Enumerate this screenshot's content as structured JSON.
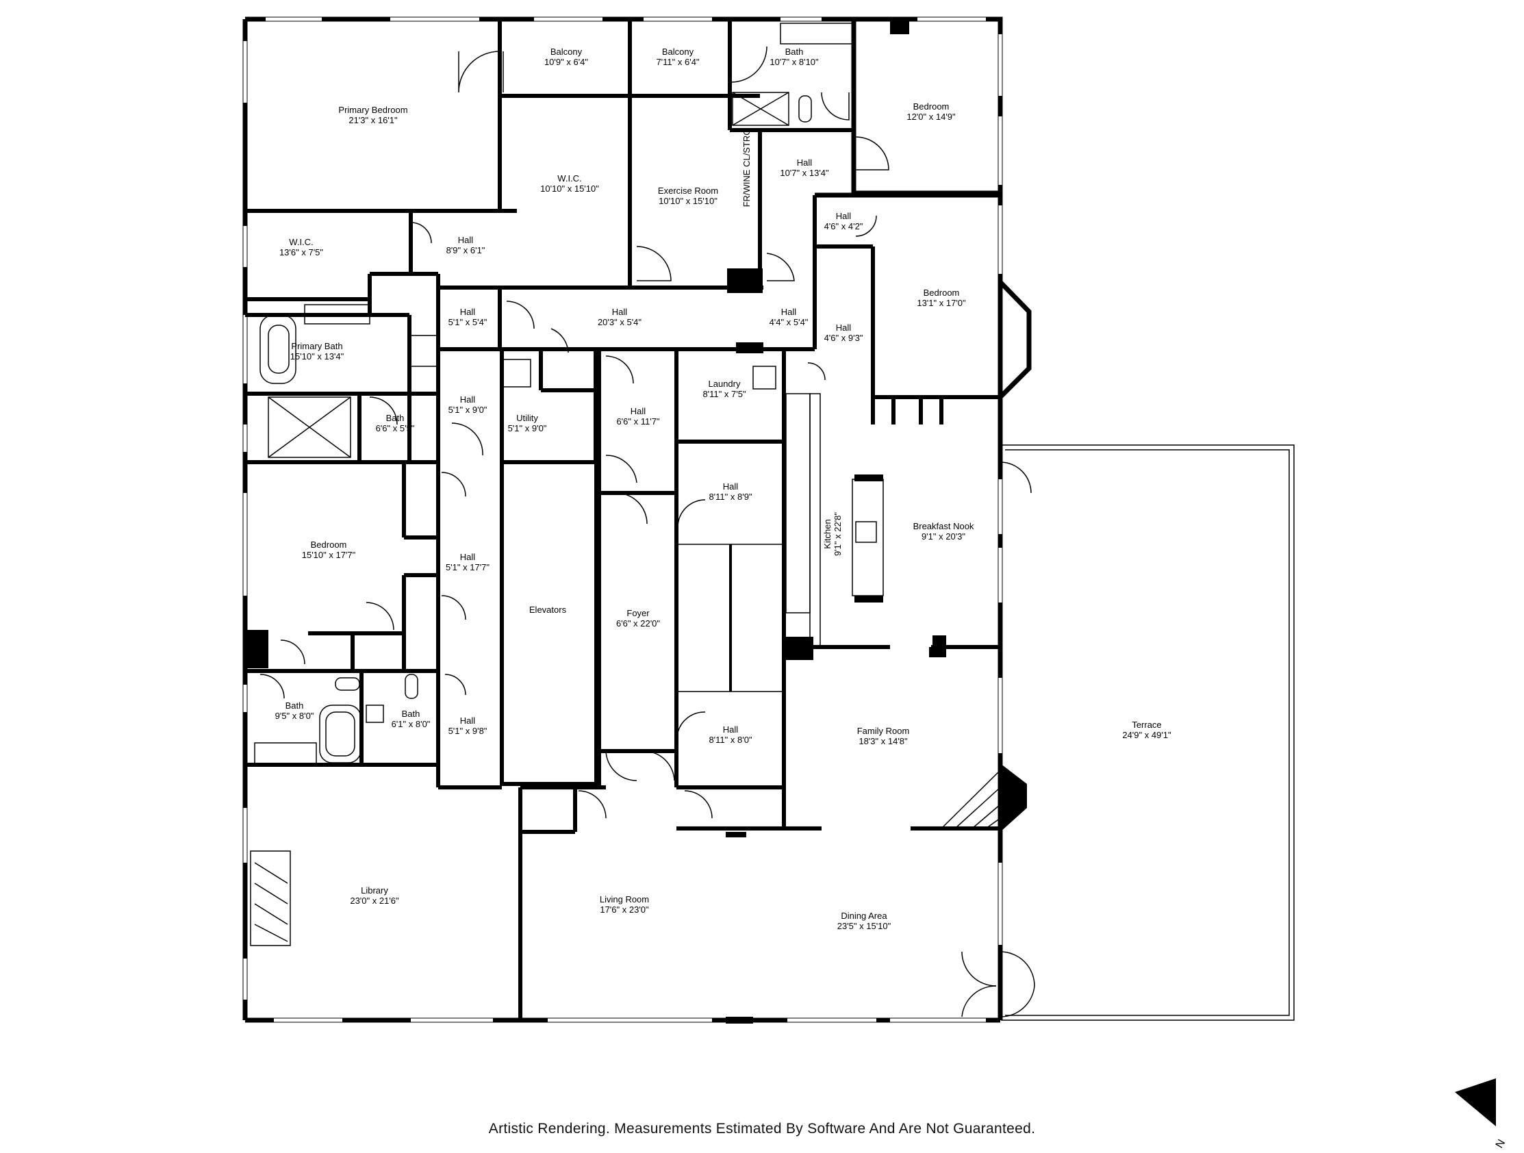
{
  "disclaimer": "Artistic Rendering. Measurements Estimated By Software And Are Not Guaranteed.",
  "compass": {
    "label": "N",
    "icon": "north-arrow-icon"
  },
  "rooms": [
    {
      "id": "primary-bedroom",
      "name": "Primary Bedroom",
      "dims": "21'3\" x 16'1\""
    },
    {
      "id": "balcony-1",
      "name": "Balcony",
      "dims": "10'9\" x 6'4\""
    },
    {
      "id": "balcony-2",
      "name": "Balcony",
      "dims": "7'11\" x 6'4\""
    },
    {
      "id": "bath-top",
      "name": "Bath",
      "dims": "10'7\" x 8'10\""
    },
    {
      "id": "bedroom-ne",
      "name": "Bedroom",
      "dims": "12'0\" x 14'9\""
    },
    {
      "id": "wic-1",
      "name": "W.I.C.",
      "dims": "10'10\" x 15'10\""
    },
    {
      "id": "exercise-room",
      "name": "Exercise Room",
      "dims": "10'10\" x 15'10\""
    },
    {
      "id": "wine-storage",
      "name": "FR/WINE CL/STRG",
      "dims": ""
    },
    {
      "id": "hall-top",
      "name": "Hall",
      "dims": "10'7\" x 13'4\""
    },
    {
      "id": "hall-small",
      "name": "Hall",
      "dims": "4'6\" x 4'2\""
    },
    {
      "id": "wic-2",
      "name": "W.I.C.",
      "dims": "13'6\" x 7'5\""
    },
    {
      "id": "hall-89",
      "name": "Hall",
      "dims": "8'9\" x 6'1\""
    },
    {
      "id": "bedroom-east",
      "name": "Bedroom",
      "dims": "13'1\" x 17'0\""
    },
    {
      "id": "hall-51-54",
      "name": "Hall",
      "dims": "5'1\" x 5'4\""
    },
    {
      "id": "hall-long",
      "name": "Hall",
      "dims": "20'3\" x 5'4\""
    },
    {
      "id": "hall-44",
      "name": "Hall",
      "dims": "4'4\" x 5'4\""
    },
    {
      "id": "hall-46-93",
      "name": "Hall",
      "dims": "4'6\" x 9'3\""
    },
    {
      "id": "primary-bath",
      "name": "Primary Bath",
      "dims": "15'10\" x 13'4\""
    },
    {
      "id": "laundry",
      "name": "Laundry",
      "dims": "8'11\" x 7'5\""
    },
    {
      "id": "hall-51-90",
      "name": "Hall",
      "dims": "5'1\" x 9'0\""
    },
    {
      "id": "utility",
      "name": "Utility",
      "dims": "5'1\" x 9'0\""
    },
    {
      "id": "hall-66",
      "name": "Hall",
      "dims": "6'6\" x 11'7\""
    },
    {
      "id": "bath-65",
      "name": "Bath",
      "dims": "6'6\" x 5'5\""
    },
    {
      "id": "hall-811-89",
      "name": "Hall",
      "dims": "8'11\" x 8'9\""
    },
    {
      "id": "kitchen",
      "name": "Kitchen",
      "dims": "9'1\" x 22'8\""
    },
    {
      "id": "breakfast-nook",
      "name": "Breakfast Nook",
      "dims": "9'1\" x 20'3\""
    },
    {
      "id": "bedroom-west",
      "name": "Bedroom",
      "dims": "15'10\" x 17'7\""
    },
    {
      "id": "hall-51-177",
      "name": "Hall",
      "dims": "5'1\" x 17'7\""
    },
    {
      "id": "elevators",
      "name": "Elevators",
      "dims": ""
    },
    {
      "id": "foyer",
      "name": "Foyer",
      "dims": "6'6\" x 22'0\""
    },
    {
      "id": "terrace",
      "name": "Terrace",
      "dims": "24'9\" x 49'1\""
    },
    {
      "id": "bath-95",
      "name": "Bath",
      "dims": "9'5\" x 8'0\""
    },
    {
      "id": "bath-61",
      "name": "Bath",
      "dims": "6'1\" x 8'0\""
    },
    {
      "id": "hall-51-98",
      "name": "Hall",
      "dims": "5'1\" x 9'8\""
    },
    {
      "id": "hall-811-80",
      "name": "Hall",
      "dims": "8'11\" x 8'0\""
    },
    {
      "id": "family-room",
      "name": "Family Room",
      "dims": "18'3\" x 14'8\""
    },
    {
      "id": "library",
      "name": "Library",
      "dims": "23'0\" x 21'6\""
    },
    {
      "id": "living-room",
      "name": "Living Room",
      "dims": "17'6\" x 23'0\""
    },
    {
      "id": "dining-area",
      "name": "Dining Area",
      "dims": "23'5\" x 15'10\""
    }
  ]
}
